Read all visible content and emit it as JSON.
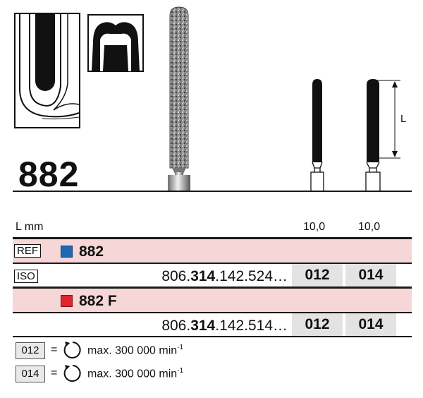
{
  "product": {
    "number": "882"
  },
  "dimension": {
    "letter": "L"
  },
  "table": {
    "lmm_label": "L mm",
    "lengths": [
      "10,0",
      "10,0"
    ],
    "ref_label": "REF",
    "iso_label": "ISO",
    "row1": {
      "name": "882",
      "color": "#1f68b5",
      "code_prefix": "806.",
      "code_bold": "314",
      "code_suffix": ".142.524…",
      "sizes": [
        "012",
        "014"
      ]
    },
    "row2": {
      "name": "882 F",
      "color": "#e2232a",
      "code_prefix": "806.",
      "code_bold": "314",
      "code_suffix": ".142.514…",
      "sizes": [
        "012",
        "014"
      ]
    }
  },
  "speeds": [
    {
      "size": "012",
      "eq": "=",
      "text": "max. 300 000 min",
      "sup": "-1"
    },
    {
      "size": "014",
      "eq": "=",
      "text": "max. 300 000 min",
      "sup": "-1"
    }
  ]
}
